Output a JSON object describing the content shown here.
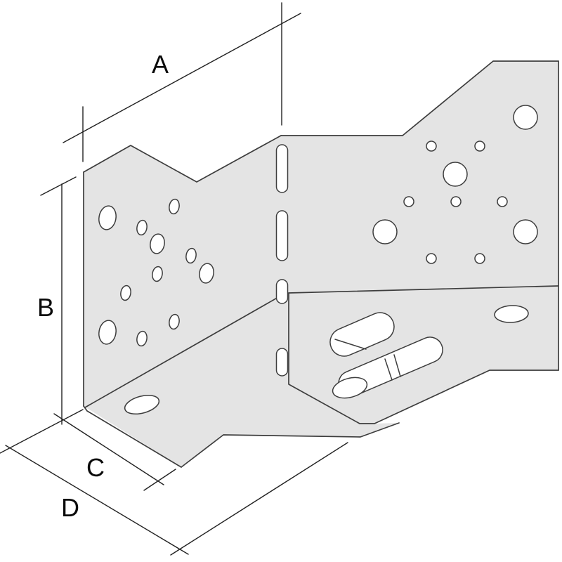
{
  "diagram": {
    "type": "isometric-technical-line-drawing",
    "subject": "perforated sheet-metal angle bracket connector with dimension callouts",
    "colors": {
      "background": "#ffffff",
      "plate": "#e4e4e4",
      "edges": "#3d3d3d",
      "dimension_lines": "#222222",
      "text": "#0a0a0a"
    },
    "dimensions": {
      "a": {
        "label": "A"
      },
      "b": {
        "label": "B"
      },
      "c": {
        "label": "C"
      },
      "d": {
        "label": "D"
      }
    },
    "features": {
      "left_face_hole_count": 11,
      "right_face_hole_count": 11,
      "fold_slot_count": 4,
      "flange_slot_count": 2,
      "flange_hole_count": 2
    }
  }
}
